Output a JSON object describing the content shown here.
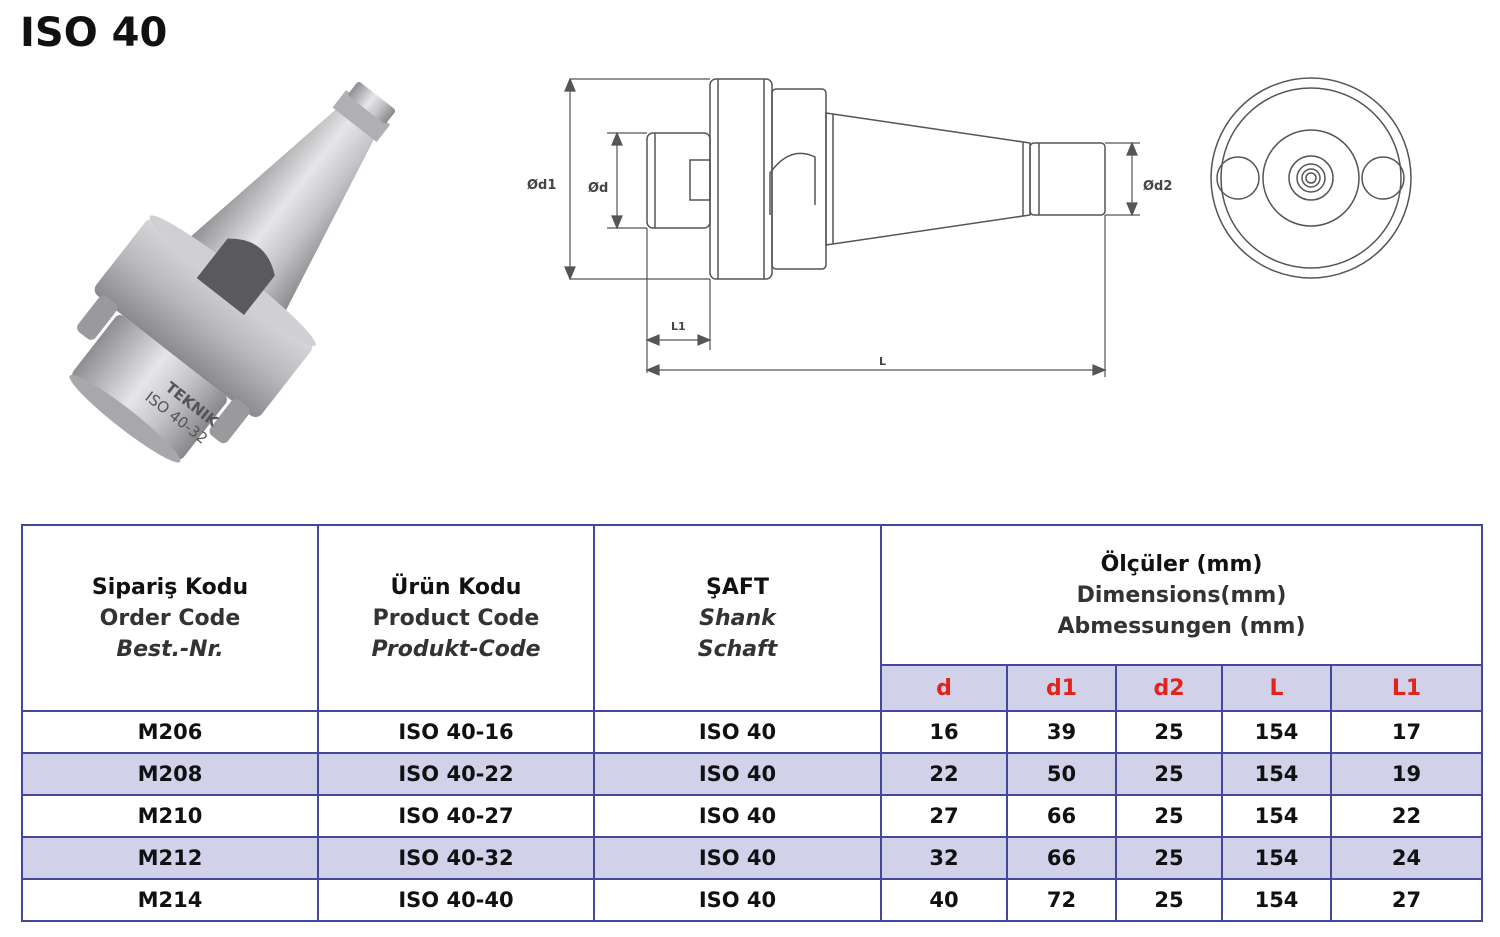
{
  "page_title": "ISO 40",
  "product_photo": {
    "brand_text": "TEKNIK",
    "model_text": "ISO 40-32"
  },
  "drawing": {
    "labels": {
      "d1": "Ød1",
      "d": "Ød",
      "d2": "Ød2",
      "L1": "L1",
      "L": "L"
    }
  },
  "table": {
    "headers": {
      "order_code": {
        "tr": "Sipariş Kodu",
        "en": "Order Code",
        "de": "Best.-Nr."
      },
      "product_code": {
        "tr": "Ürün Kodu",
        "en": "Product Code",
        "de": "Produkt-Code"
      },
      "shank": {
        "tr": "ŞAFT",
        "en": "Shank",
        "de": "Schaft"
      },
      "dimensions": {
        "tr": "Ölçüler (mm)",
        "en": "Dimensions(mm)",
        "de": "Abmessungen (mm)"
      }
    },
    "dimension_columns": [
      "d",
      "d1",
      "d2",
      "L",
      "L1"
    ],
    "rows": [
      {
        "order_code": "M206",
        "product_code": "ISO 40-16",
        "shank": "ISO 40",
        "d": "16",
        "d1": "39",
        "d2": "25",
        "L": "154",
        "L1": "17"
      },
      {
        "order_code": "M208",
        "product_code": "ISO 40-22",
        "shank": "ISO 40",
        "d": "22",
        "d1": "50",
        "d2": "25",
        "L": "154",
        "L1": "19"
      },
      {
        "order_code": "M210",
        "product_code": "ISO 40-27",
        "shank": "ISO 40",
        "d": "27",
        "d1": "66",
        "d2": "25",
        "L": "154",
        "L1": "22"
      },
      {
        "order_code": "M212",
        "product_code": "ISO 40-32",
        "shank": "ISO 40",
        "d": "32",
        "d1": "66",
        "d2": "25",
        "L": "154",
        "L1": "24"
      },
      {
        "order_code": "M214",
        "product_code": "ISO 40-40",
        "shank": "ISO 40",
        "d": "40",
        "d1": "72",
        "d2": "25",
        "L": "154",
        "L1": "27"
      }
    ],
    "colors": {
      "border": "#44479a",
      "stripe": "#d2d1ea",
      "dim_header_text": "#e0241b"
    }
  }
}
